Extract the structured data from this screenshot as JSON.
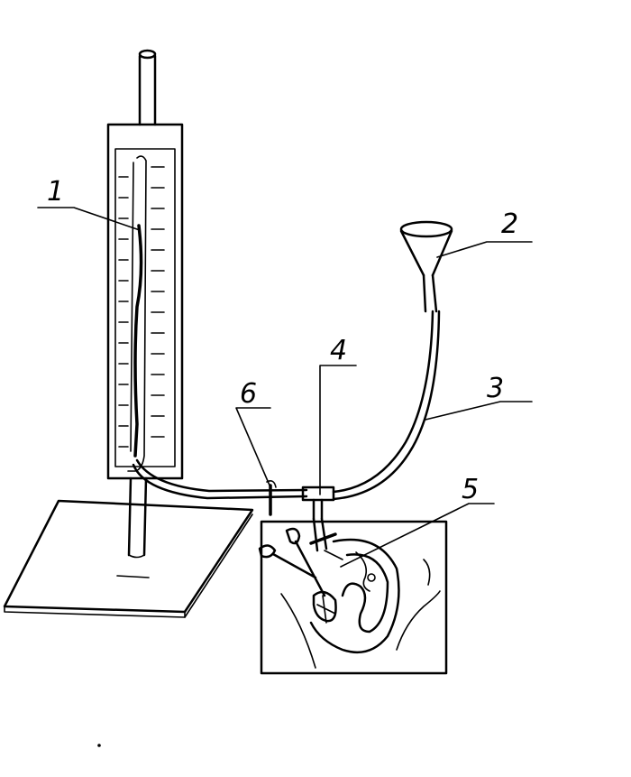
{
  "labels": {
    "manometer": "1",
    "funnel": "2",
    "tube": "3",
    "tee_connector": "4",
    "pelvis": "5",
    "clamp": "6"
  }
}
